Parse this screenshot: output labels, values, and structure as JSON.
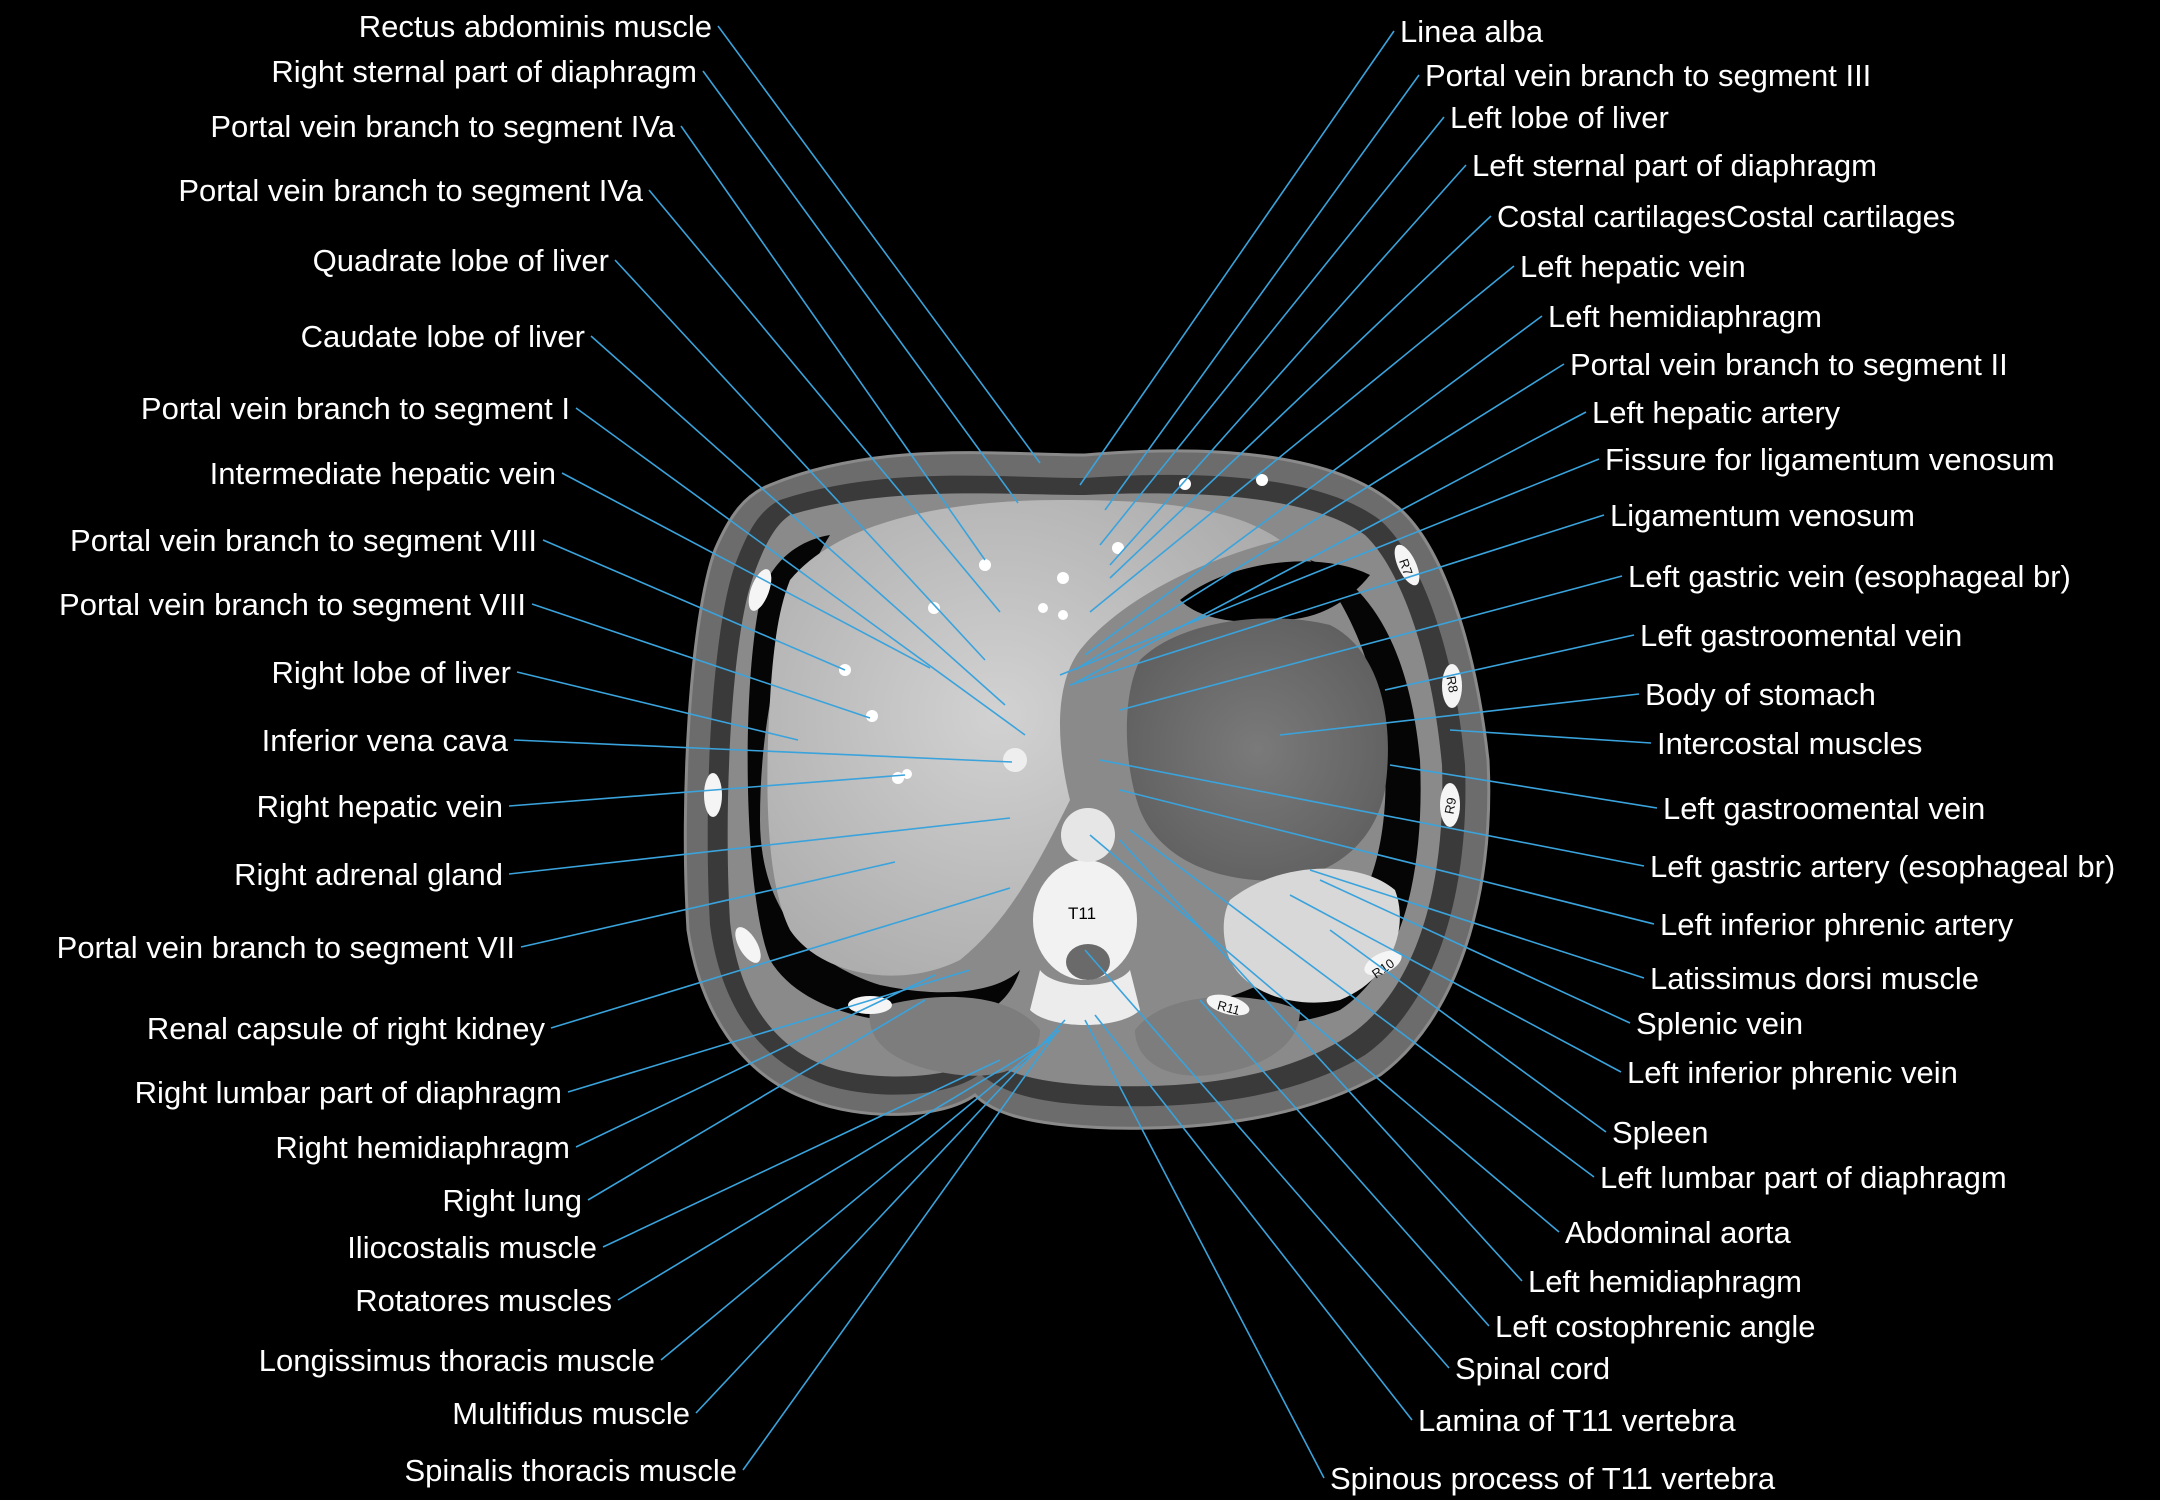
{
  "colors": {
    "background": "#000000",
    "label_text": "#ffffff",
    "leader_line": "#3aa3dc"
  },
  "scan": {
    "vertebra_label": "T11",
    "rib_labels": [
      "R7",
      "R8",
      "R9",
      "R10",
      "R11"
    ]
  },
  "labels_left": [
    "Rectus abdominis muscle",
    "Right sternal part of diaphragm",
    "Portal vein branch to segment IVa",
    "Portal vein branch to segment IVa",
    "Quadrate lobe of liver",
    "Caudate lobe of liver",
    "Portal vein branch to segment I",
    "Intermediate hepatic vein",
    "Portal vein branch to segment VIII",
    "Portal vein branch to segment VIII",
    "Right lobe of liver",
    "Inferior vena cava",
    "Right hepatic vein",
    "Right adrenal gland",
    "Portal vein branch to segment VII",
    "Renal capsule of right kidney",
    "Right lumbar part of diaphragm",
    "Right hemidiaphragm",
    "Right lung",
    "Iliocostalis muscle",
    "Rotatores muscles",
    "Longissimus thoracis muscle",
    "Multifidus muscle",
    "Spinalis thoracis muscle"
  ],
  "labels_right": [
    "Linea alba",
    "Portal vein branch to segment III",
    "Left lobe of liver",
    "Left sternal part of diaphragm",
    "Costal cartilagesCostal cartilages",
    "Left hepatic vein",
    "Left hemidiaphragm",
    "Portal vein branch to segment II",
    "Left hepatic artery",
    "Fissure for ligamentum venosum",
    "Ligamentum venosum",
    "Left gastric vein (esophageal br)",
    "Left gastroomental vein",
    "Body of stomach",
    "Intercostal muscles",
    "Left gastroomental vein",
    "Left gastric artery (esophageal br)",
    "Left inferior phrenic artery",
    "Latissimus dorsi muscle",
    "Splenic vein",
    "Left inferior phrenic vein",
    "Spleen",
    "Left lumbar part of diaphragm",
    "Abdominal aorta",
    "Left hemidiaphragm",
    "Left costophrenic angle",
    "Spinal cord",
    "Lamina of T11 vertebra",
    "Spinous process of T11 vertebra"
  ]
}
